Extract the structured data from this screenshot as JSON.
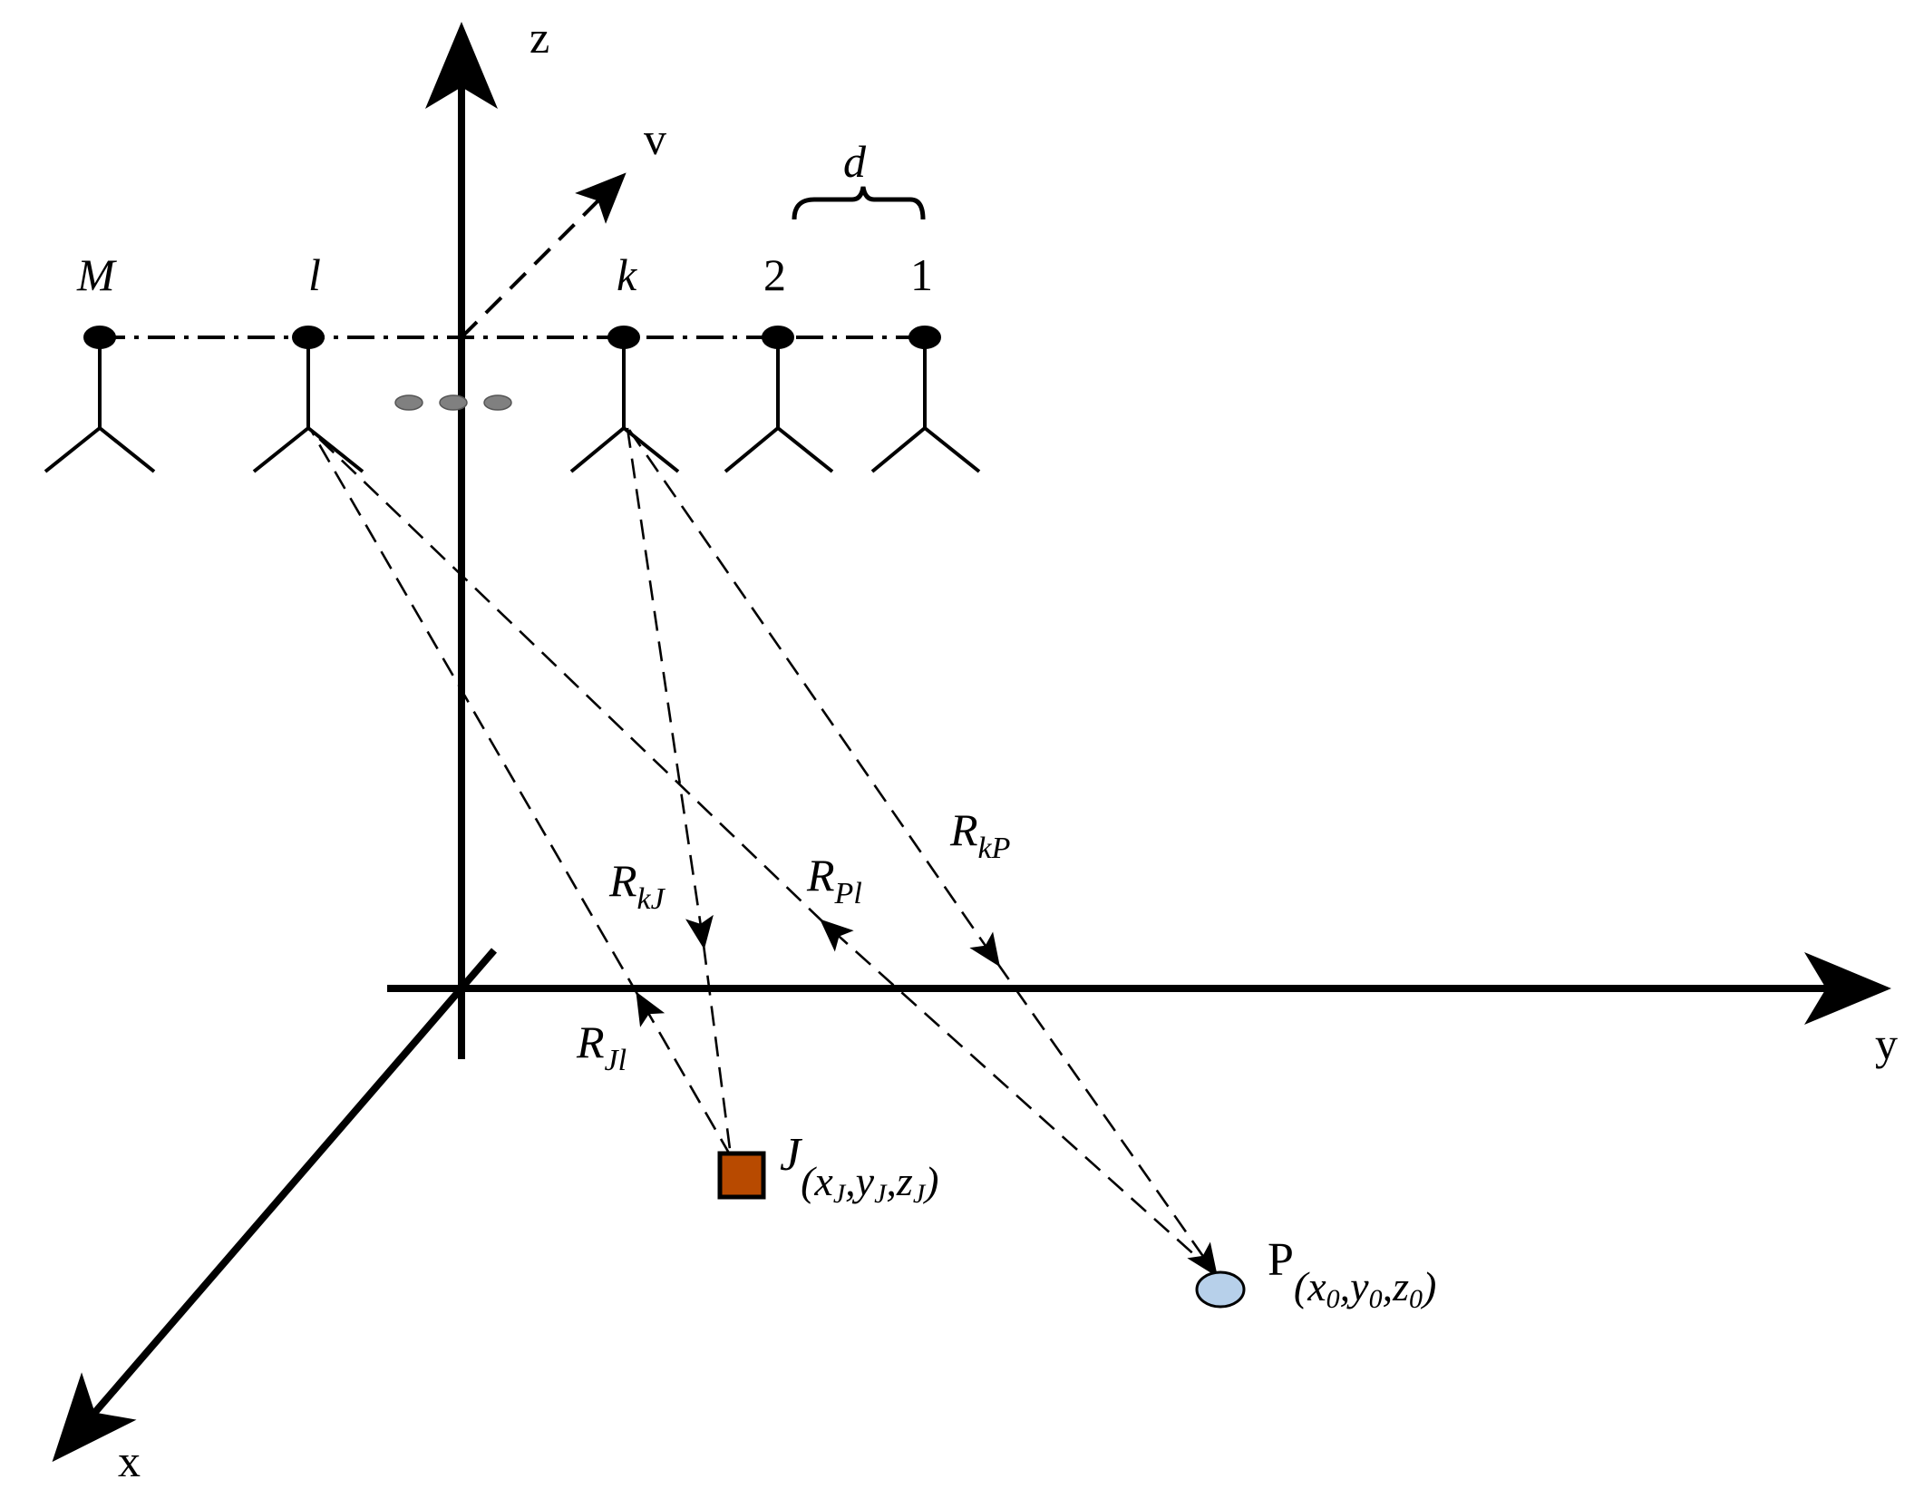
{
  "axes": {
    "x": "x",
    "y": "y",
    "z": "z",
    "v": "v"
  },
  "spacing_label": "d",
  "array_elements": [
    {
      "id": "M",
      "label": "M",
      "style": "italic"
    },
    {
      "id": "l",
      "label": "l",
      "style": "italic"
    },
    {
      "id": "k",
      "label": "k",
      "style": "italic"
    },
    {
      "id": "2",
      "label": "2",
      "style": "upright"
    },
    {
      "id": "1",
      "label": "1",
      "style": "upright"
    }
  ],
  "ranges": {
    "kJ": {
      "main": "R",
      "sub": "kJ"
    },
    "Pl": {
      "main": "R",
      "sub": "Pl"
    },
    "kP": {
      "main": "R",
      "sub": "kP"
    },
    "Jl": {
      "main": "R",
      "sub": "Jl"
    }
  },
  "jammer": {
    "letter": "J",
    "open": "(",
    "x": "x",
    "y": "y",
    "z": "z",
    "idx": "J",
    "sep": ",",
    "close": ")",
    "fill": "#b84a00"
  },
  "target": {
    "letter": "P",
    "open": "(",
    "x": "x",
    "y": "y",
    "z": "z",
    "idx": "0",
    "sep": ",",
    "close": ")",
    "fill": "#b7d0ea"
  }
}
